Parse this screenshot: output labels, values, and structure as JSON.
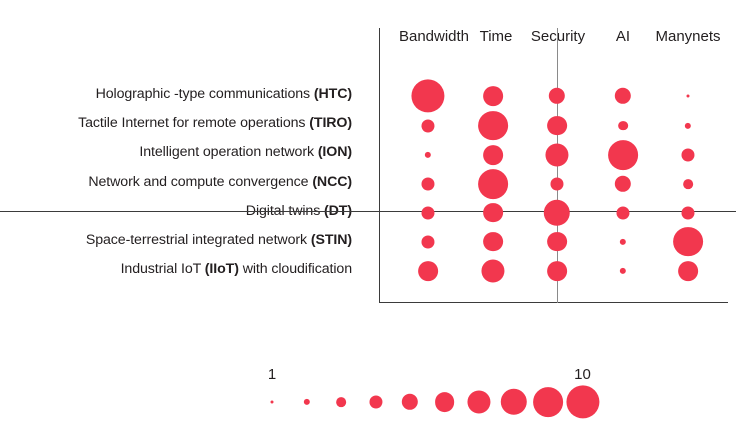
{
  "chart_data": {
    "type": "heatmap",
    "title": "",
    "subtitle": "",
    "xlabel": "",
    "ylabel": "",
    "grid": false,
    "legend_position": "bottom",
    "bubble_scale_min": 1,
    "bubble_scale_max": 10,
    "categories": [
      "Bandwidth",
      "Time",
      "Security",
      "AI",
      "Manynets"
    ],
    "rows": [
      {
        "label_plain": "Holographic -type communications (HTC)",
        "label_prefix": "Holographic -type communications ",
        "label_acronym": "(HTC)",
        "values": [
          10,
          6,
          5,
          5,
          1
        ]
      },
      {
        "label_plain": "Tactile Internet for remote operations (TIRO)",
        "label_prefix": "Tactile Internet for remote operations ",
        "label_acronym": "(TIRO)",
        "values": [
          4,
          9,
          6,
          3,
          2
        ]
      },
      {
        "label_plain": "Intelligent operation network (ION)",
        "label_prefix": "Intelligent operation network ",
        "label_acronym": "(ION)",
        "values": [
          2,
          6,
          7,
          9,
          4
        ]
      },
      {
        "label_plain": "Network and compute convergence (NCC)",
        "label_prefix": "Network and compute convergence ",
        "label_acronym": "(NCC)",
        "values": [
          4,
          9,
          4,
          5,
          3
        ]
      },
      {
        "label_plain": "Digital twins (DT)",
        "label_prefix": "Digital twins ",
        "label_acronym": "(DT)",
        "values": [
          4,
          6,
          8,
          4,
          4
        ]
      },
      {
        "label_plain": "Space-terrestrial integrated network (STIN)",
        "label_prefix": "Space-terrestrial integrated network ",
        "label_acronym": "(STIN)",
        "values": [
          4,
          6,
          6,
          2,
          9
        ]
      },
      {
        "label_plain": "Industrial IoT (IIoT) with cloudification",
        "label_prefix": "Industrial IoT ",
        "label_acronym": "(IIoT)",
        "label_suffix": " with cloudification",
        "values": [
          6,
          7,
          6,
          2,
          6
        ]
      }
    ],
    "legend": {
      "min_label": "1",
      "max_label": "10",
      "steps": [
        1,
        2,
        3,
        4,
        5,
        6,
        7,
        8,
        9,
        10
      ]
    },
    "colors": {
      "bubble": "#F2374E",
      "axis": "#3b3b3b",
      "axis_light": "#8a8a8a",
      "text": "#231f20",
      "background": "#ffffff"
    }
  }
}
